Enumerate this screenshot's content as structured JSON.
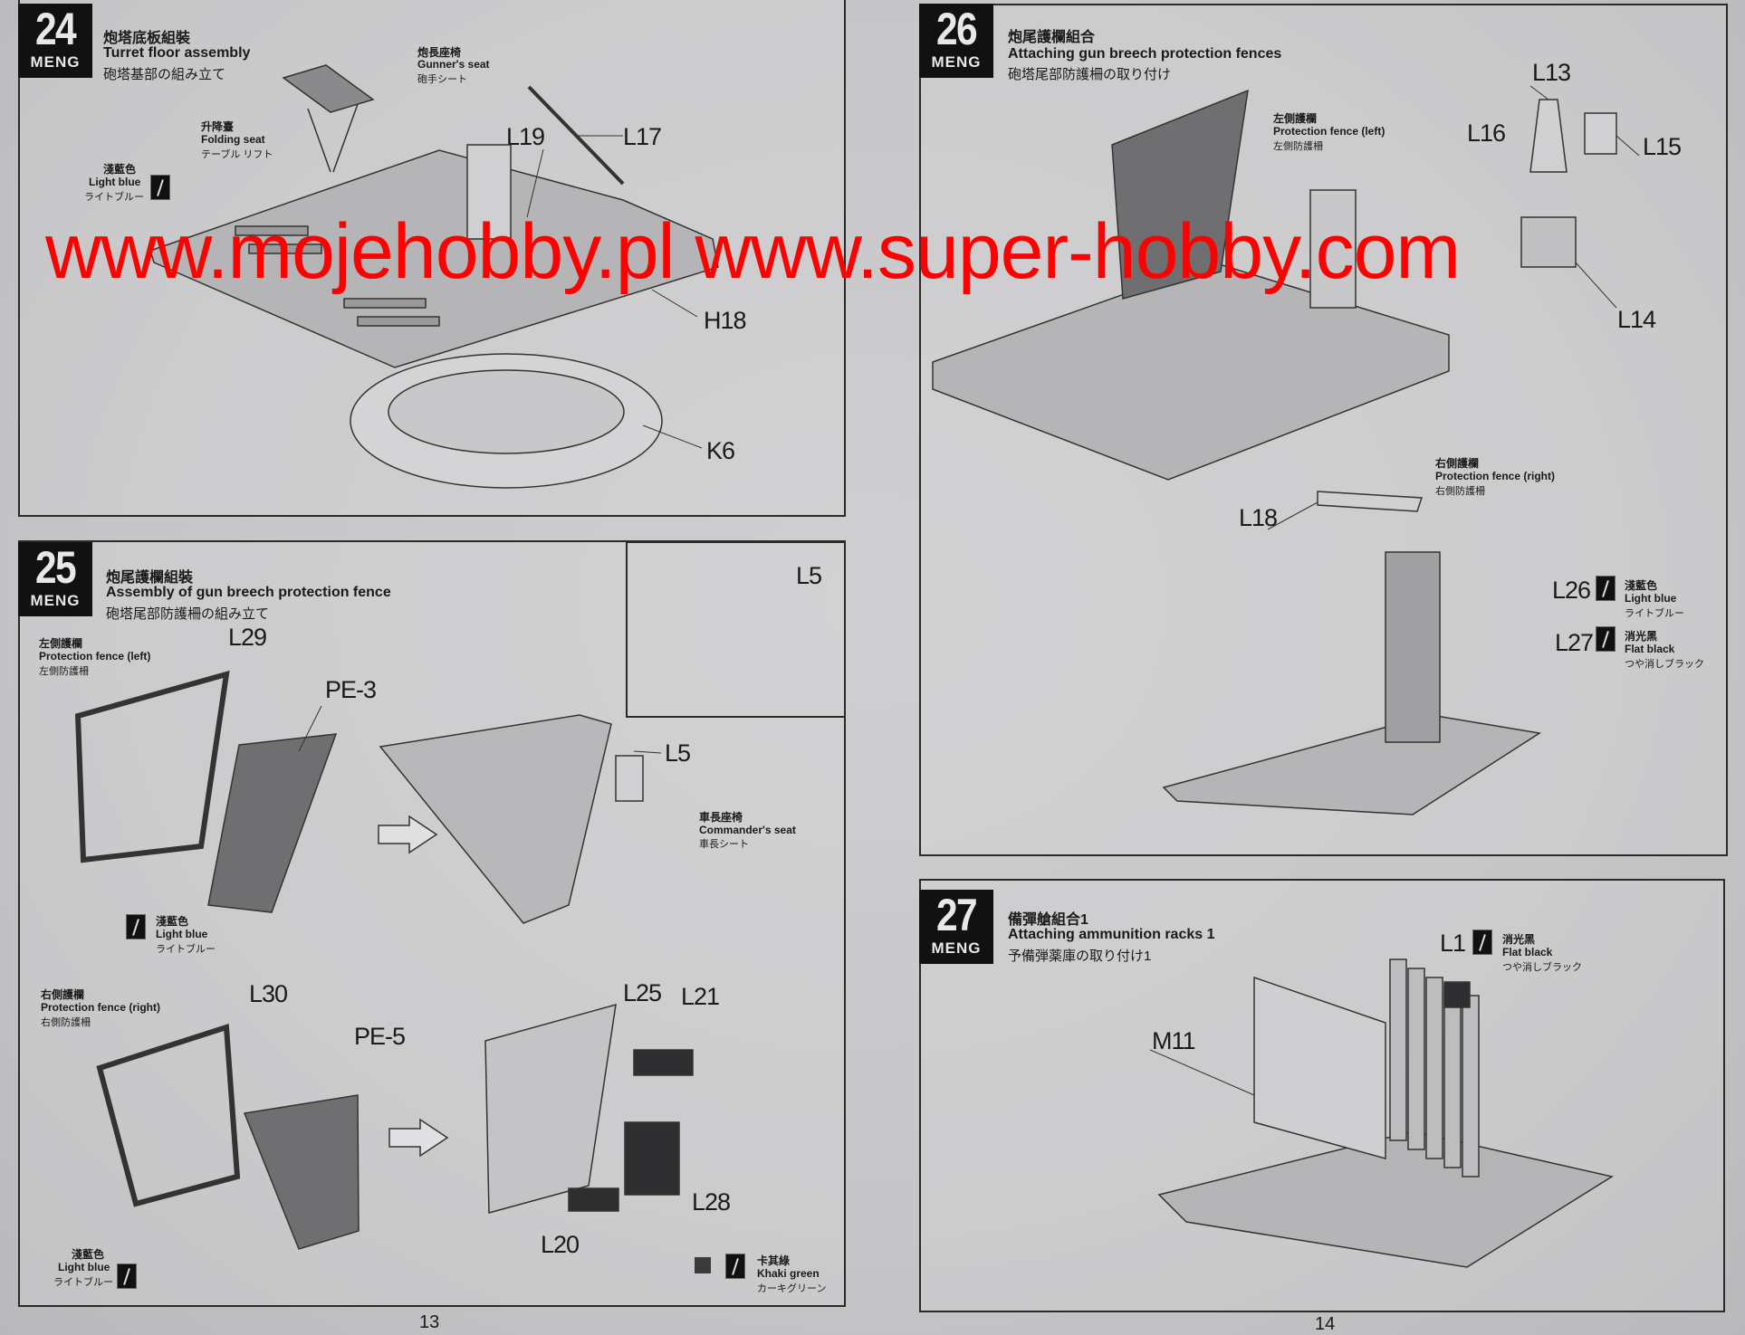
{
  "brand": "MENG",
  "steps": [
    {
      "number": "24",
      "title_zh": "炮塔底板組裝",
      "title_en": "Turret floor assembly",
      "title_ja": "砲塔基部の組み立て",
      "callouts": [
        {
          "zh": "炮長座椅",
          "en": "Gunner's seat",
          "ja": "砲手シート"
        },
        {
          "zh": "升降臺",
          "en": "Folding seat",
          "ja": "テーブル リフト"
        }
      ],
      "paints": [
        {
          "zh": "淺藍色",
          "en": "Light blue",
          "ja": "ライトブルー"
        }
      ],
      "parts": [
        "L19",
        "L17",
        "H18",
        "K6"
      ]
    },
    {
      "number": "25",
      "title_zh": "炮尾護欄組裝",
      "title_en": "Assembly of gun breech protection fence",
      "title_ja": "砲塔尾部防護柵の組み立て",
      "callouts": [
        {
          "zh": "左側護欄",
          "en": "Protection fence (left)",
          "ja": "左側防護柵"
        },
        {
          "zh": "車長座椅",
          "en": "Commander's seat",
          "ja": "車長シート"
        },
        {
          "zh": "右側護欄",
          "en": "Protection fence (right)",
          "ja": "右側防護柵"
        }
      ],
      "paints": [
        {
          "zh": "淺藍色",
          "en": "Light blue",
          "ja": "ライトブルー"
        },
        {
          "zh": "淺藍色",
          "en": "Light blue",
          "ja": "ライトブルー"
        },
        {
          "zh": "卡其綠",
          "en": "Khaki green",
          "ja": "カーキグリーン"
        }
      ],
      "parts": [
        "L29",
        "PE-3",
        "L5",
        "L5",
        "L30",
        "PE-5",
        "L25",
        "L21",
        "L28",
        "L20"
      ]
    },
    {
      "number": "26",
      "title_zh": "炮尾護欄組合",
      "title_en": "Attaching gun breech protection fences",
      "title_ja": "砲塔尾部防護柵の取り付け",
      "callouts": [
        {
          "zh": "左側護欄",
          "en": "Protection fence (left)",
          "ja": "左側防護柵"
        },
        {
          "zh": "右側護欄",
          "en": "Protection fence (right)",
          "ja": "右側防護柵"
        }
      ],
      "paints": [
        {
          "zh": "淺藍色",
          "en": "Light blue",
          "ja": "ライトブルー"
        },
        {
          "zh": "消光黑",
          "en": "Flat black",
          "ja": "つや消しブラック"
        }
      ],
      "parts": [
        "L13",
        "L16",
        "L15",
        "L14",
        "L18",
        "L26",
        "L27"
      ]
    },
    {
      "number": "27",
      "title_zh": "備彈艙組合1",
      "title_en": "Attaching ammunition racks 1",
      "title_ja": "予備弾薬庫の取り付け1",
      "paints": [
        {
          "zh": "消光黑",
          "en": "Flat black",
          "ja": "つや消しブラック"
        }
      ],
      "parts": [
        "L1",
        "M11"
      ]
    }
  ],
  "page_numbers": [
    "13",
    "14"
  ],
  "watermark": "www.mojehobby.pl www.super-hobby.com",
  "colors": {
    "watermark": "#ff0000",
    "paper": "#c9c9cb",
    "ink": "#1a1a1a"
  }
}
